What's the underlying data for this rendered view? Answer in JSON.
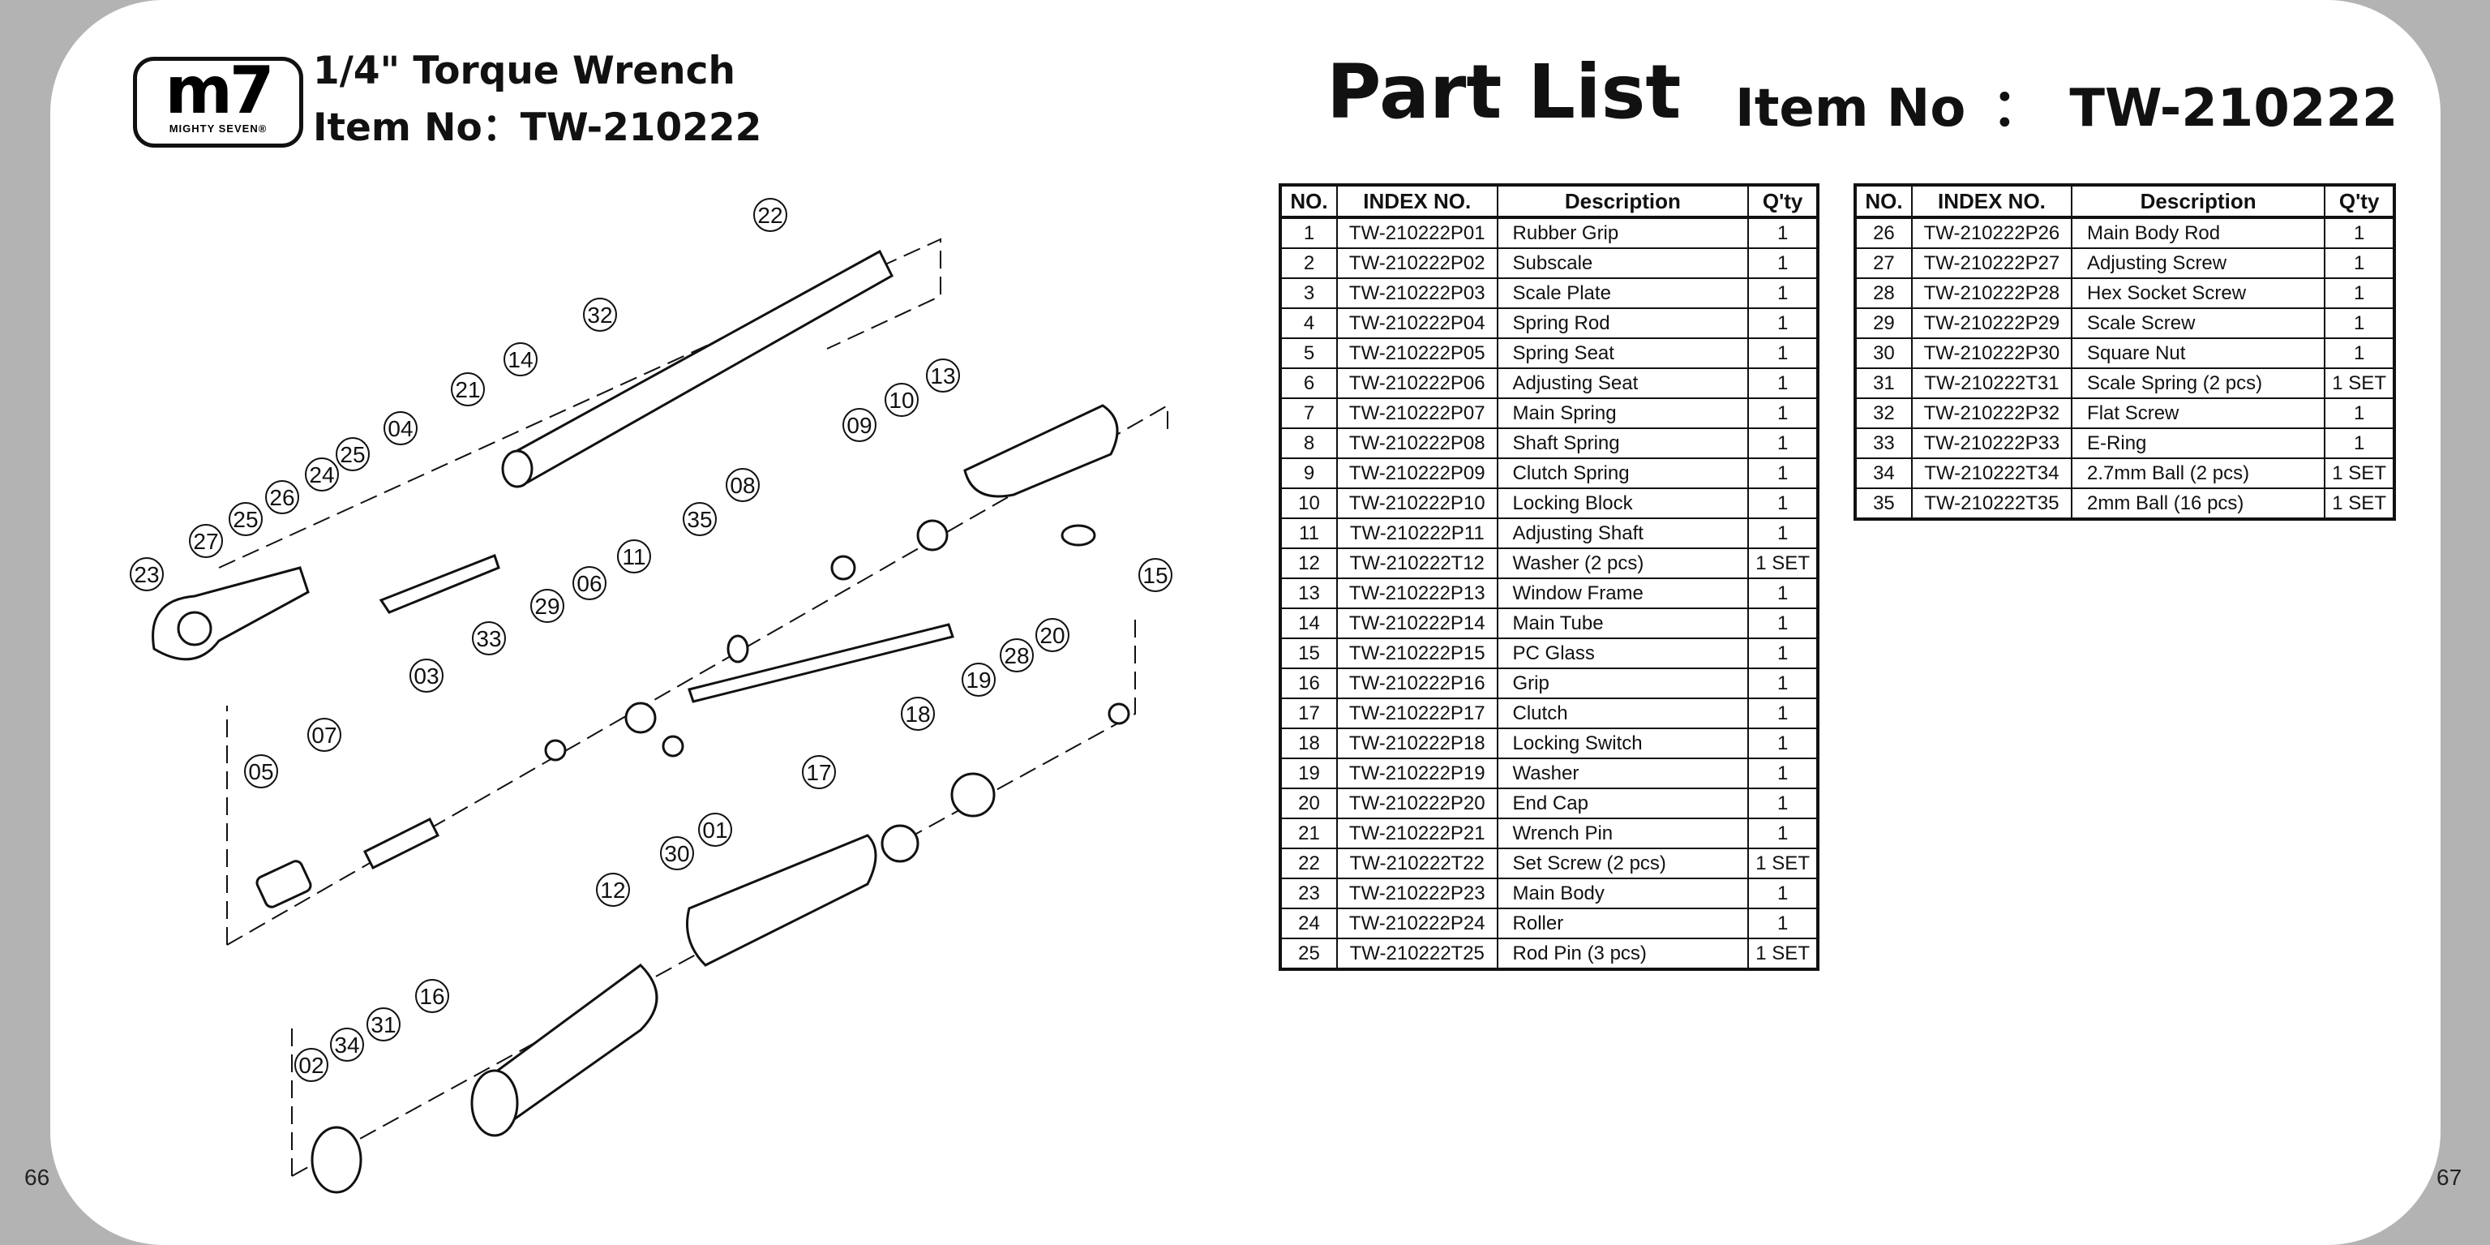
{
  "page_numbers": {
    "left": "66",
    "right": "67"
  },
  "logo": {
    "mark": "m7",
    "brand": "MIGHTY SEVEN®"
  },
  "product": {
    "title": "1/4\" Torque Wrench",
    "item_line": "Item No：TW-210222"
  },
  "part_list": {
    "heading": "Part List",
    "item_label": "Item No",
    "item_sep": "：",
    "item_no": "TW-210222"
  },
  "table_headers": {
    "no": "NO.",
    "index": "INDEX NO.",
    "desc": "Description",
    "qty": "Q'ty"
  },
  "parts": [
    {
      "no": "1",
      "index": "TW-210222P01",
      "desc": "Rubber Grip",
      "qty": "1"
    },
    {
      "no": "2",
      "index": "TW-210222P02",
      "desc": "Subscale",
      "qty": "1"
    },
    {
      "no": "3",
      "index": "TW-210222P03",
      "desc": "Scale Plate",
      "qty": "1"
    },
    {
      "no": "4",
      "index": "TW-210222P04",
      "desc": "Spring Rod",
      "qty": "1"
    },
    {
      "no": "5",
      "index": "TW-210222P05",
      "desc": "Spring Seat",
      "qty": "1"
    },
    {
      "no": "6",
      "index": "TW-210222P06",
      "desc": "Adjusting Seat",
      "qty": "1"
    },
    {
      "no": "7",
      "index": "TW-210222P07",
      "desc": "Main Spring",
      "qty": "1"
    },
    {
      "no": "8",
      "index": "TW-210222P08",
      "desc": "Shaft Spring",
      "qty": "1"
    },
    {
      "no": "9",
      "index": "TW-210222P09",
      "desc": "Clutch Spring",
      "qty": "1"
    },
    {
      "no": "10",
      "index": "TW-210222P10",
      "desc": "Locking Block",
      "qty": "1"
    },
    {
      "no": "11",
      "index": "TW-210222P11",
      "desc": "Adjusting Shaft",
      "qty": "1"
    },
    {
      "no": "12",
      "index": "TW-210222T12",
      "desc": "Washer (2 pcs)",
      "qty": "1 SET"
    },
    {
      "no": "13",
      "index": "TW-210222P13",
      "desc": "Window Frame",
      "qty": "1"
    },
    {
      "no": "14",
      "index": "TW-210222P14",
      "desc": "Main Tube",
      "qty": "1"
    },
    {
      "no": "15",
      "index": "TW-210222P15",
      "desc": "PC Glass",
      "qty": "1"
    },
    {
      "no": "16",
      "index": "TW-210222P16",
      "desc": "Grip",
      "qty": "1"
    },
    {
      "no": "17",
      "index": "TW-210222P17",
      "desc": "Clutch",
      "qty": "1"
    },
    {
      "no": "18",
      "index": "TW-210222P18",
      "desc": "Locking Switch",
      "qty": "1"
    },
    {
      "no": "19",
      "index": "TW-210222P19",
      "desc": "Washer",
      "qty": "1"
    },
    {
      "no": "20",
      "index": "TW-210222P20",
      "desc": "End Cap",
      "qty": "1"
    },
    {
      "no": "21",
      "index": "TW-210222P21",
      "desc": "Wrench Pin",
      "qty": "1"
    },
    {
      "no": "22",
      "index": "TW-210222T22",
      "desc": "Set Screw (2 pcs)",
      "qty": "1 SET"
    },
    {
      "no": "23",
      "index": "TW-210222P23",
      "desc": "Main Body",
      "qty": "1"
    },
    {
      "no": "24",
      "index": "TW-210222P24",
      "desc": "Roller",
      "qty": "1"
    },
    {
      "no": "25",
      "index": "TW-210222T25",
      "desc": "Rod Pin (3 pcs)",
      "qty": "1 SET"
    },
    {
      "no": "26",
      "index": "TW-210222P26",
      "desc": "Main Body Rod",
      "qty": "1"
    },
    {
      "no": "27",
      "index": "TW-210222P27",
      "desc": "Adjusting Screw",
      "qty": "1"
    },
    {
      "no": "28",
      "index": "TW-210222P28",
      "desc": "Hex Socket Screw",
      "qty": "1"
    },
    {
      "no": "29",
      "index": "TW-210222P29",
      "desc": "Scale Screw",
      "qty": "1"
    },
    {
      "no": "30",
      "index": "TW-210222P30",
      "desc": "Square Nut",
      "qty": "1"
    },
    {
      "no": "31",
      "index": "TW-210222T31",
      "desc": "Scale Spring (2 pcs)",
      "qty": "1 SET"
    },
    {
      "no": "32",
      "index": "TW-210222P32",
      "desc": "Flat Screw",
      "qty": "1"
    },
    {
      "no": "33",
      "index": "TW-210222P33",
      "desc": "E-Ring",
      "qty": "1"
    },
    {
      "no": "34",
      "index": "TW-210222T34",
      "desc": "2.7mm Ball (2 pcs)",
      "qty": "1 SET"
    },
    {
      "no": "35",
      "index": "TW-210222T35",
      "desc": "2mm Ball (16 pcs)",
      "qty": "1 SET"
    }
  ],
  "diagram_callouts": [
    "22",
    "32",
    "14",
    "21",
    "04",
    "25",
    "24",
    "26",
    "27",
    "25",
    "23",
    "33",
    "13",
    "10",
    "09",
    "08",
    "35",
    "11",
    "06",
    "29",
    "15",
    "03",
    "07",
    "05",
    "12",
    "30",
    "01",
    "17",
    "18",
    "19",
    "28",
    "20",
    "16",
    "31",
    "34",
    "02"
  ]
}
